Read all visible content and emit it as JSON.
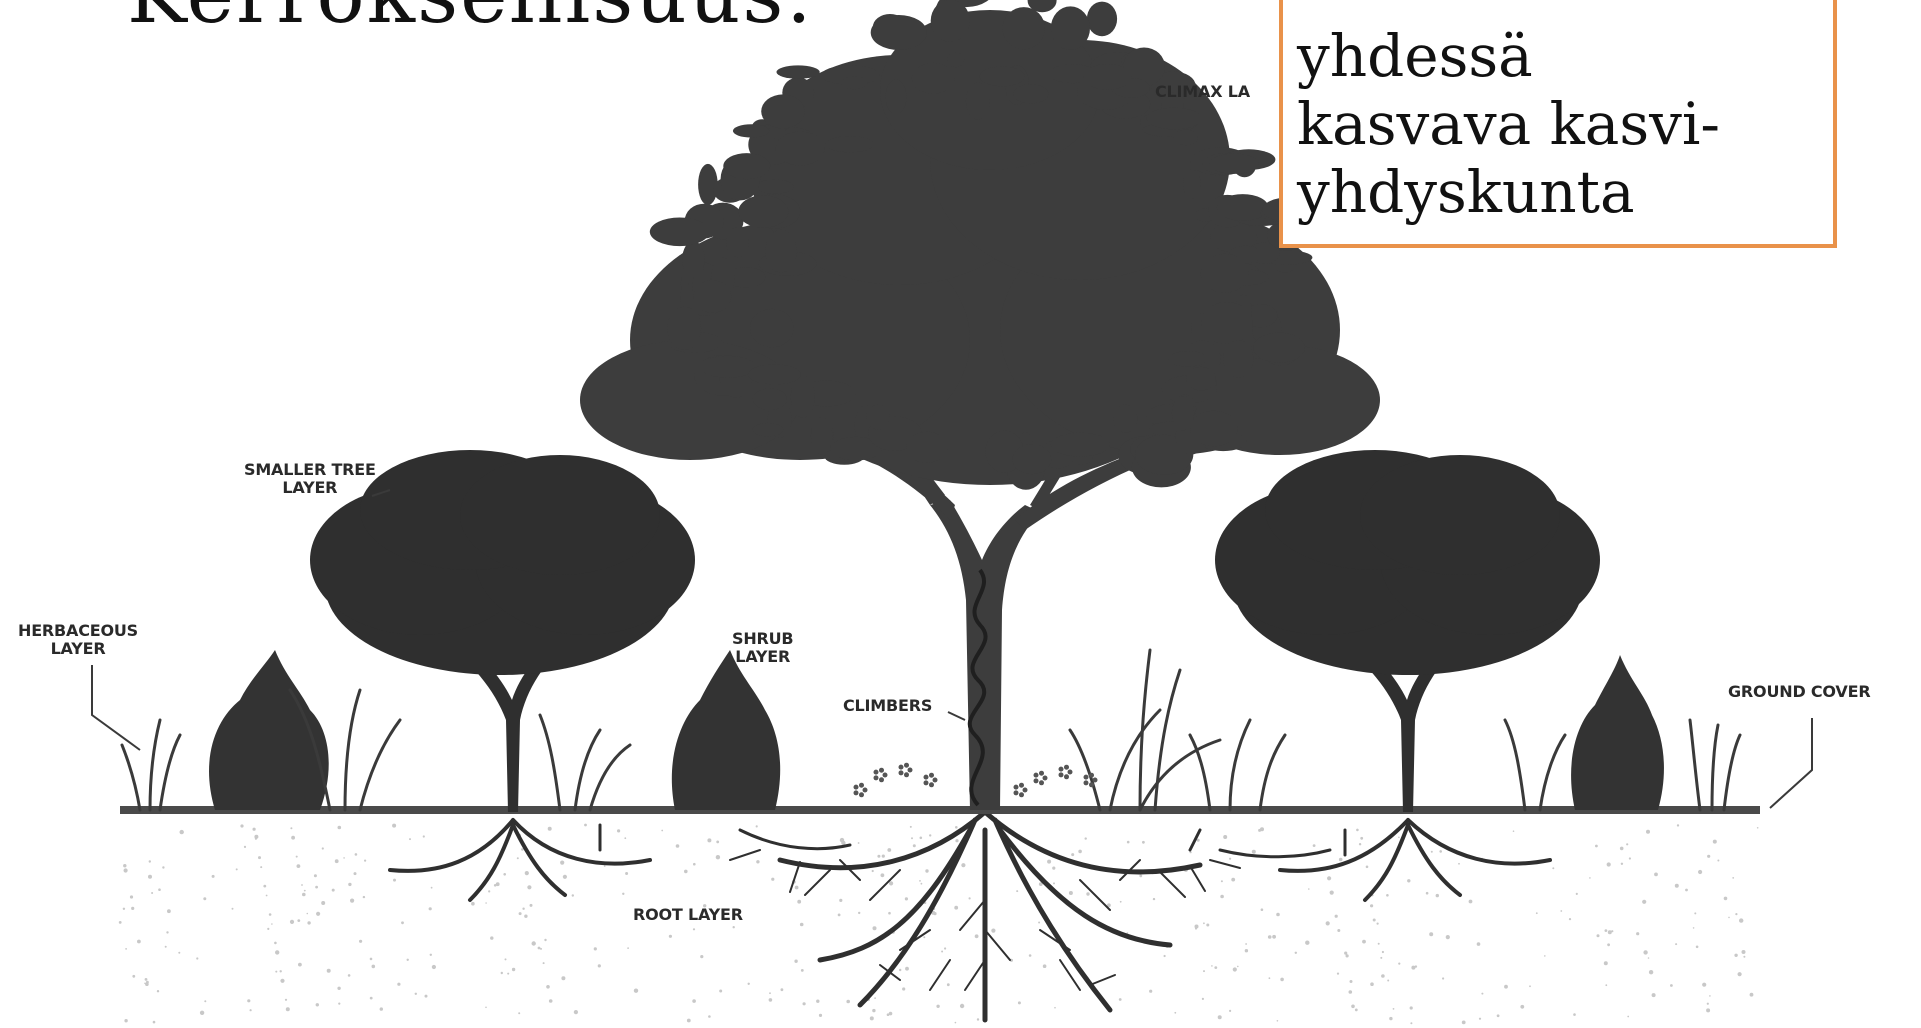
{
  "title": "Kerroksellisuus:",
  "callout": {
    "lines": [
      "yhdessä",
      "kasvava kasvi-",
      "yhdyskunta"
    ],
    "border_color": "#e9924a"
  },
  "diagram": {
    "labels": {
      "climax": "CLIMAX LA",
      "smaller_tree_1": "SMALLER TREE",
      "smaller_tree_2": "LAYER",
      "herbaceous_1": "HERBACEOUS",
      "herbaceous_2": "LAYER",
      "shrub_1": "SHRUB",
      "shrub_2": "LAYER",
      "climbers": "CLIMBERS",
      "ground_cover": "GROUND COVER",
      "root": "ROOT LAYER"
    },
    "colors": {
      "canopy": "#3d3d3d",
      "silhouette": "#2f2f2f",
      "ground": "#4a4a4a",
      "soil_dots": "#bdbdbd"
    }
  }
}
